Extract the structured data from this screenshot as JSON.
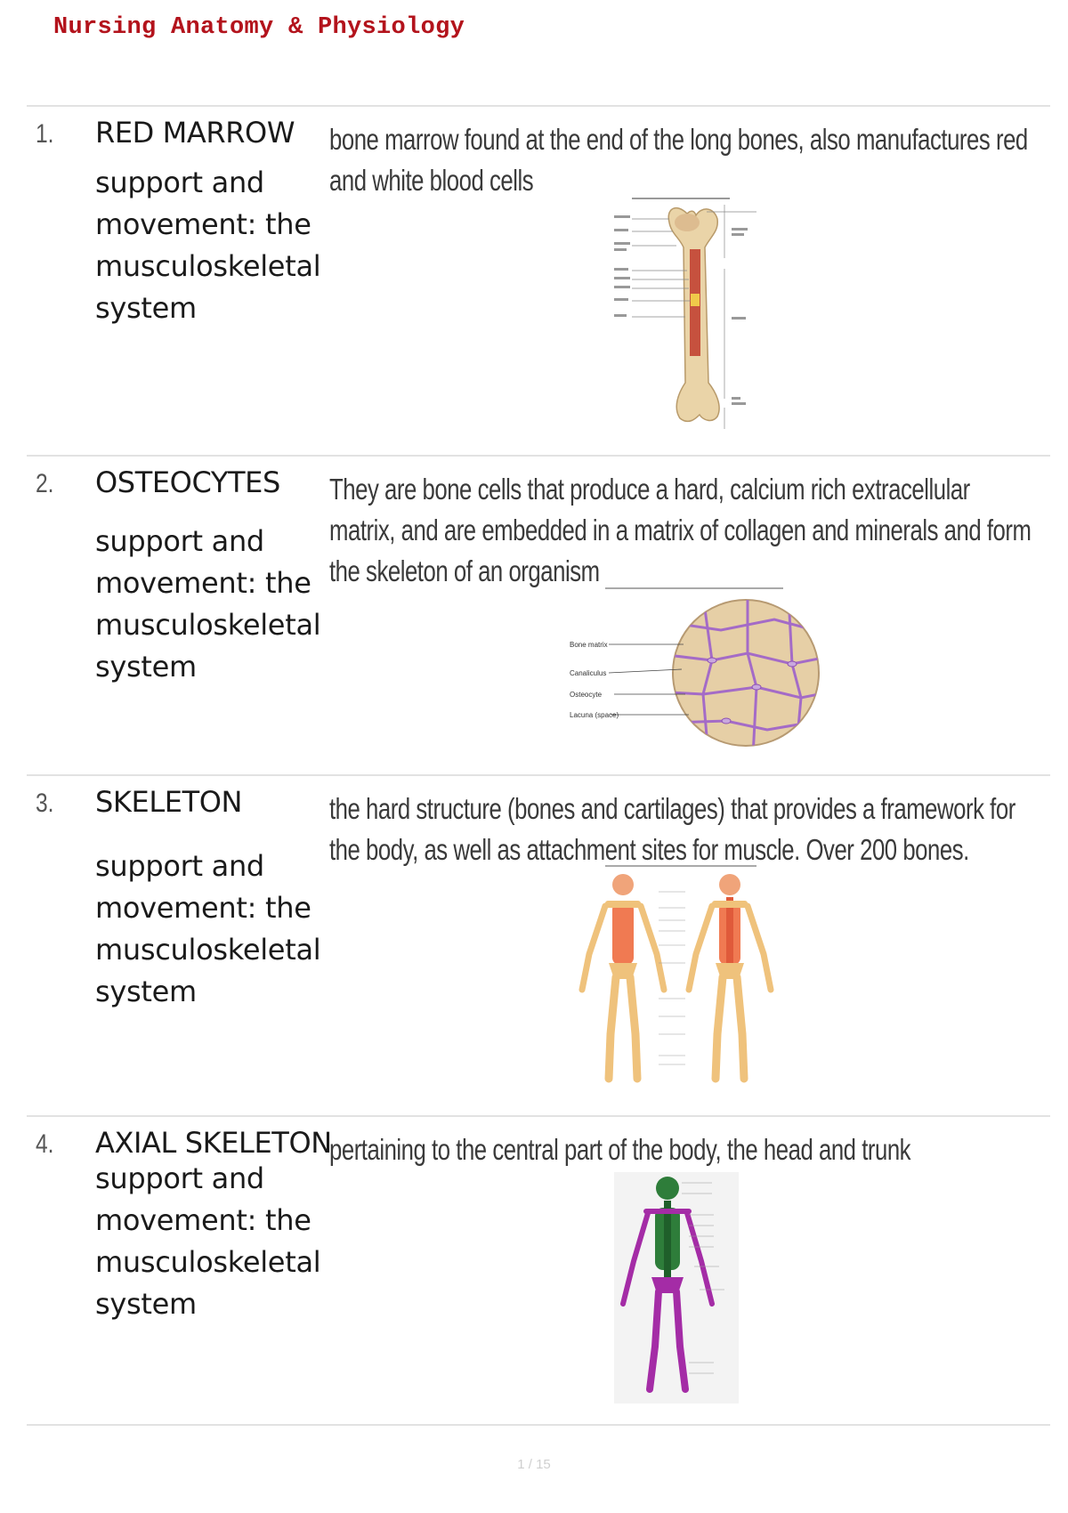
{
  "document": {
    "title": "Nursing Anatomy & Physiology",
    "page_number": "1 / 15"
  },
  "cards": [
    {
      "number": "1.",
      "term": "RED MARROW",
      "set_name": "support and movement: the musculoskeletal system",
      "definition": "bone marrow found at the end of the long bones, also manufactures red and white blood cells",
      "figure_icon": "long-bone-diagram"
    },
    {
      "number": "2.",
      "term": "OSTEOCYTES",
      "set_name": "support and movement: the musculoskeletal system",
      "definition": "They are bone cells that produce a hard, calcium rich extracellular matrix, and are embedded in a matrix of collagen and minerals and form the skeleton of an organism",
      "figure_icon": "bone-tissue-diagram",
      "figure_labels": [
        "Bone matrix",
        "Canaliculus",
        "Osteocyte",
        "Lacuna (space)"
      ]
    },
    {
      "number": "3.",
      "term": "SKELETON",
      "set_name": "support and movement: the musculoskeletal system",
      "definition": "the hard structure (bones and cartilages) that provides a framework for the body, as well as attachment sites for muscle. Over 200 bones.",
      "figure_icon": "human-skeleton-diagram"
    },
    {
      "number": "4.",
      "term": "AXIAL SKELETON",
      "set_name": "support and movement: the musculoskeletal system",
      "definition": "pertaining to the central part of the body, the head and trunk",
      "figure_icon": "axial-skeleton-diagram"
    }
  ],
  "colors": {
    "title": "#b3131c",
    "bone": "#e9c98f",
    "marrow_red": "#c0392b",
    "matrix": "#e6cfa6",
    "canal_purple": "#a46bc7",
    "axial_green": "#2e7d3a",
    "appendicular_purple": "#a42ca6"
  }
}
